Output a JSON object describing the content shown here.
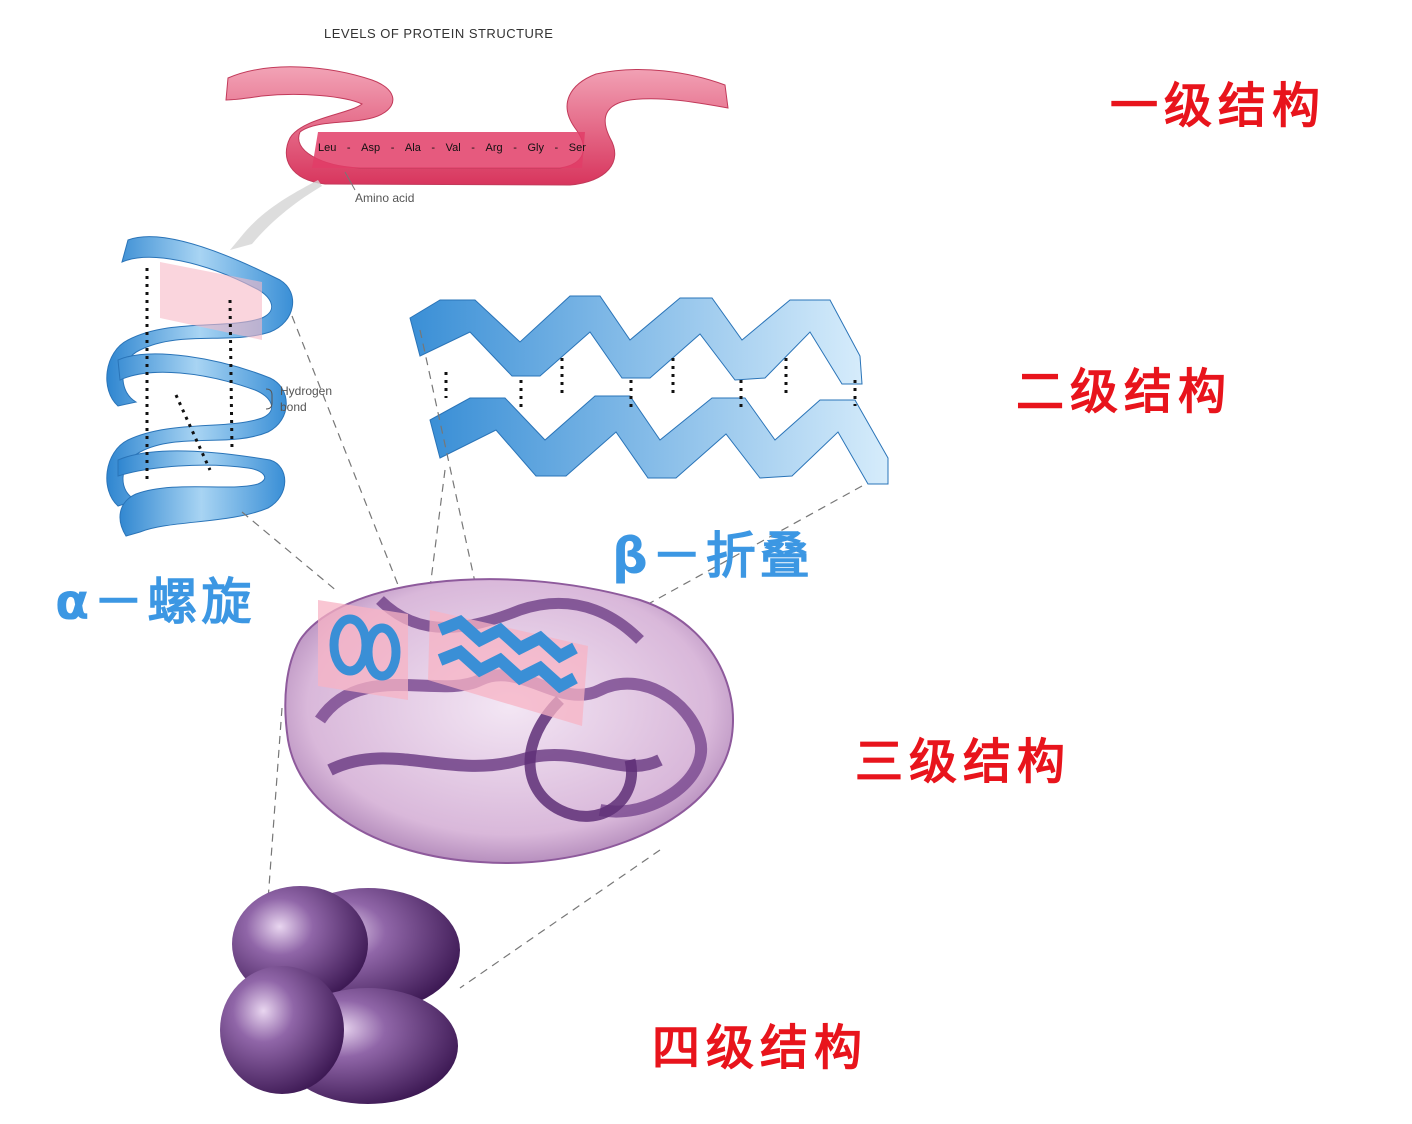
{
  "header": {
    "title": "LEVELS OF PROTEIN STRUCTURE"
  },
  "primary": {
    "sequence": [
      "Leu",
      "Asp",
      "Ala",
      "Val",
      "Arg",
      "Gly",
      "Ser"
    ],
    "amino_label": "Amino acid",
    "level_label": "一级结构"
  },
  "secondary": {
    "level_label": "二级结构",
    "hbond_label": "Hydrogen bond",
    "hbond_line1": "Hydrogen",
    "hbond_line2": "bond",
    "alpha_label": "α－螺旋",
    "beta_label": "β－折叠"
  },
  "tertiary": {
    "level_label": "三级结构"
  },
  "quaternary": {
    "level_label": "四级结构"
  },
  "colors": {
    "level_red": "#e8141c",
    "label_blue": "#3c97e3",
    "ribbon_red": "#e04a6a",
    "helix_blue": "#4aa0dc",
    "tertiary_purple": "#9a6aa8",
    "quaternary_purple": "#5e2f77"
  }
}
